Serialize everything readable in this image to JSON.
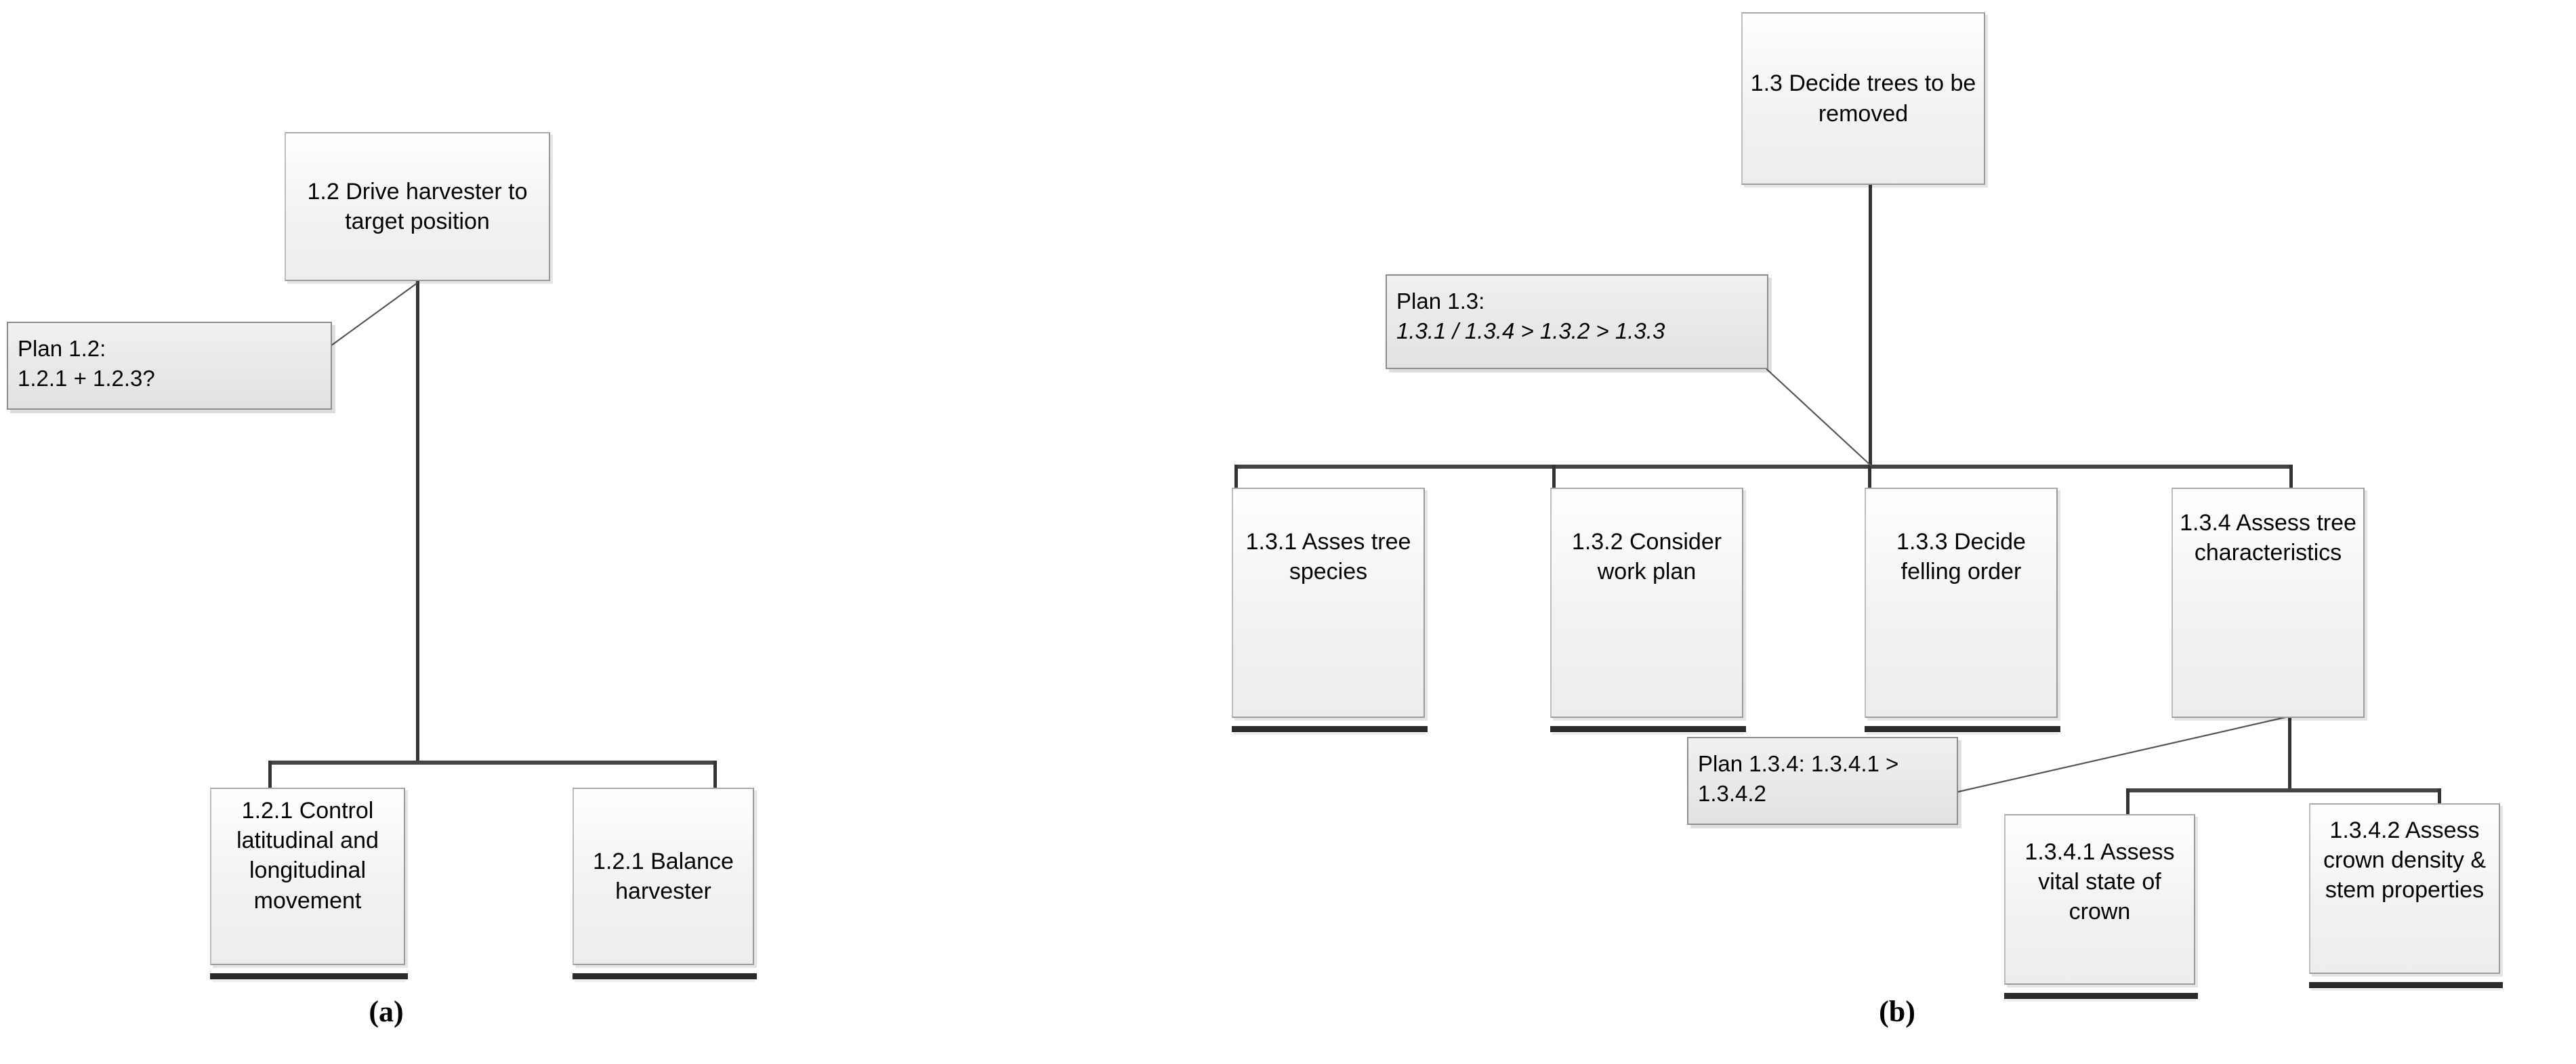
{
  "figure": {
    "panels": [
      {
        "id": "a",
        "caption": "(a)",
        "root": {
          "id": "1.2",
          "label": "1.2 Drive harvester to target position"
        },
        "plans": [
          {
            "id": "plan-1.2",
            "line1": "Plan 1.2:",
            "line2": "1.2.1 + 1.2.3?",
            "line2_italic": false
          }
        ],
        "children": [
          {
            "id": "1.2.1-control",
            "label": "1.2.1 Control latitudinal and longitudinal movement",
            "terminal": true
          },
          {
            "id": "1.2.1-balance",
            "label": "1.2.1 Balance harvester",
            "terminal": true
          }
        ]
      },
      {
        "id": "b",
        "caption": "(b)",
        "root": {
          "id": "1.3",
          "label": "1.3 Decide trees to be removed"
        },
        "plans": [
          {
            "id": "plan-1.3",
            "line1": "Plan 1.3:",
            "line2": "1.3.1 / 1.3.4 > 1.3.2 > 1.3.3",
            "line2_italic": true
          },
          {
            "id": "plan-1.3.4",
            "line1": "Plan 1.3.4: 1.3.4.1 >",
            "line2": "1.3.4.2",
            "line2_italic": false
          }
        ],
        "children": [
          {
            "id": "1.3.1",
            "label": "1.3.1 Asses tree species",
            "terminal": true
          },
          {
            "id": "1.3.2",
            "label": "1.3.2 Consider work plan",
            "terminal": true
          },
          {
            "id": "1.3.3",
            "label": "1.3.3 Decide felling order",
            "terminal": true
          },
          {
            "id": "1.3.4",
            "label": "1.3.4 Assess tree characteristics",
            "terminal": false
          }
        ],
        "grandchildren": [
          {
            "id": "1.3.4.1",
            "label": "1.3.4.1 Assess vital state of crown",
            "terminal": true
          },
          {
            "id": "1.3.4.2",
            "label": "1.3.4.2 Assess crown density & stem properties",
            "terminal": true
          }
        ]
      }
    ]
  },
  "colors": {
    "node_border": "#9b9b9b",
    "plan_border": "#8d8d8d",
    "connector": "#333333",
    "terminal_bar": "#2b2b2b",
    "background": "#ffffff",
    "text": "#000000"
  }
}
